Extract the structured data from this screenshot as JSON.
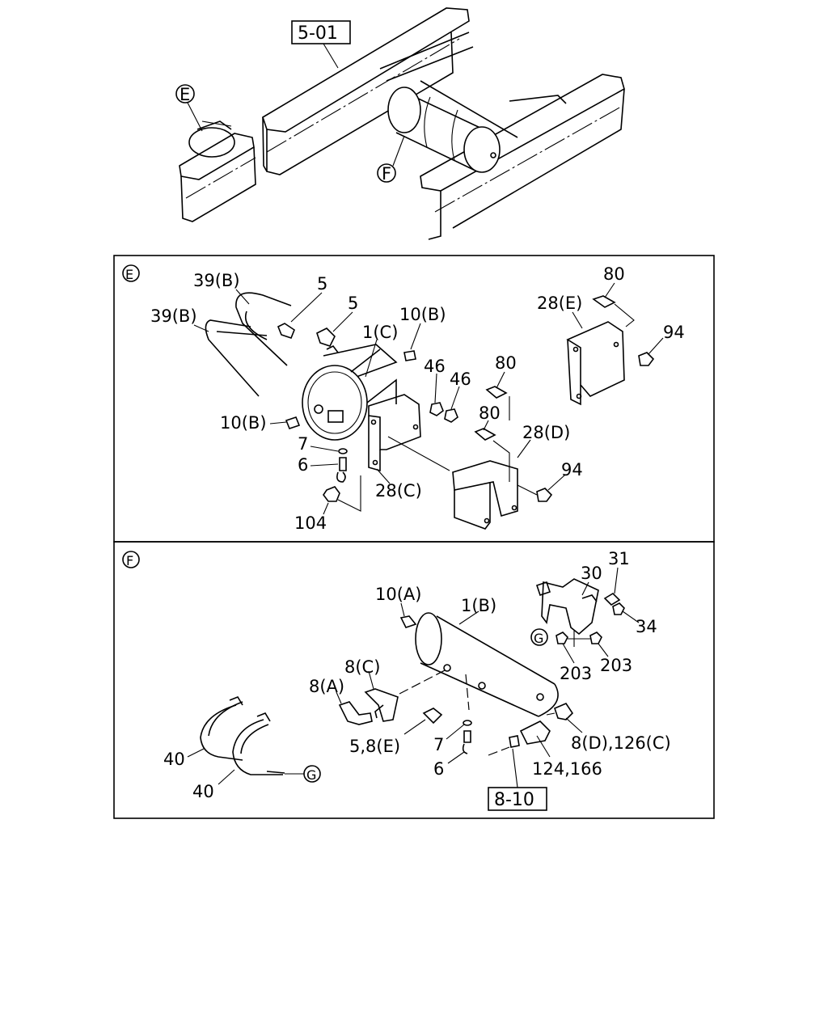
{
  "overview": {
    "ref_box": "5-01",
    "callout_e": "E",
    "callout_f": "F"
  },
  "panel_e": {
    "marker": "E",
    "labels": {
      "l39b_upper": "39(B)",
      "l39b_lower": "39(B)",
      "l5_left": "5",
      "l5_right": "5",
      "l1c": "1(C)",
      "l10b_upper": "10(B)",
      "l10b_lower": "10(B)",
      "l46_left": "46",
      "l46_right": "46",
      "l80_top": "80",
      "l80_mid": "80",
      "l80_low": "80",
      "l28e": "28(E)",
      "l28d": "28(D)",
      "l28c": "28(C)",
      "l94_top": "94",
      "l94_low": "94",
      "l7": "7",
      "l6": "6",
      "l104": "104"
    }
  },
  "panel_f": {
    "marker": "F",
    "labels": {
      "l31": "31",
      "l30": "30",
      "l34": "34",
      "l10a": "10(A)",
      "l1b": "1(B)",
      "l203_left": "203",
      "l203_right": "203",
      "l8c": "8(C)",
      "l8a": "8(A)",
      "l5_8e": "5,8(E)",
      "l7": "7",
      "l6": "6",
      "l8d_126c": "8(D),126(C)",
      "l124_166": "124,166",
      "l40_upper": "40",
      "l40_lower": "40"
    },
    "callout_g_left": "G",
    "callout_g_right": "G",
    "ref_box": "8-10"
  }
}
